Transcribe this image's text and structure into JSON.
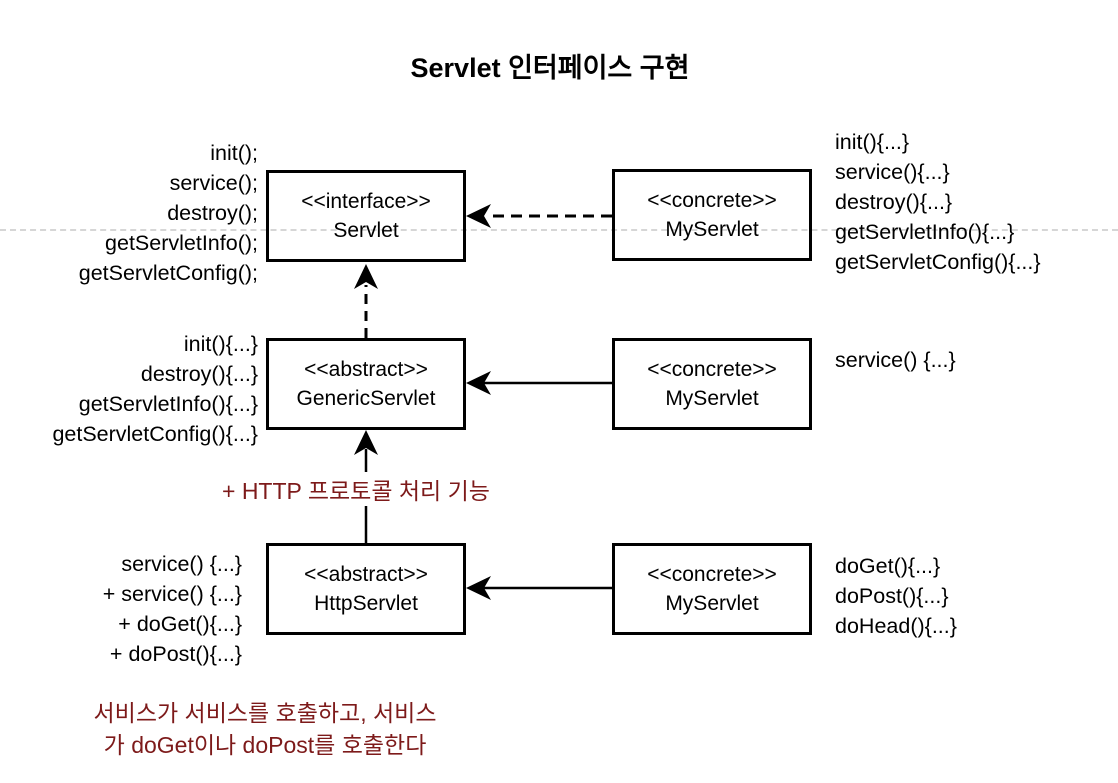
{
  "title": "Servlet 인터페이스 구현",
  "colors": {
    "accent": "#7d1a1a",
    "line": "#000000",
    "pagebreak": "#d6d6d6"
  },
  "boxes": {
    "servlet": {
      "stereotype": "<<interface>>",
      "name": "Servlet"
    },
    "my1": {
      "stereotype": "<<concrete>>",
      "name": "MyServlet"
    },
    "generic": {
      "stereotype": "<<abstract>>",
      "name": "GenericServlet"
    },
    "my2": {
      "stereotype": "<<concrete>>",
      "name": "MyServlet"
    },
    "http": {
      "stereotype": "<<abstract>>",
      "name": "HttpServlet"
    },
    "my3": {
      "stereotype": "<<concrete>>",
      "name": "MyServlet"
    }
  },
  "blocks": {
    "servlet_methods": {
      "lines": [
        "init();",
        "service();",
        "destroy();",
        "getServletInfo();",
        "getServletConfig();"
      ]
    },
    "my1_methods": {
      "lines": [
        "init(){...}",
        "service(){...}",
        "destroy(){...}",
        "getServletInfo(){...}",
        "getServletConfig(){...}"
      ]
    },
    "generic_methods": {
      "lines": [
        "init(){...}",
        "destroy(){...}",
        "getServletInfo(){...}",
        "getServletConfig(){...}"
      ]
    },
    "my2_methods": {
      "lines": [
        "service() {...}"
      ]
    },
    "http_methods": {
      "lines": [
        "service() {...}",
        "+ service() {...}",
        "+ doGet(){...}",
        "+ doPost(){...}"
      ]
    },
    "my3_methods": {
      "lines": [
        "doGet(){...}",
        "doPost(){...}",
        "doHead(){...}"
      ]
    }
  },
  "annotations": {
    "http_feature": "+ HTTP 프로토콜 처리 기능",
    "bottom_note_line1": "서비스가 서비스를 호출하고, 서비스",
    "bottom_note_line2": "가 doGet이나 doPost를 호출한다"
  }
}
